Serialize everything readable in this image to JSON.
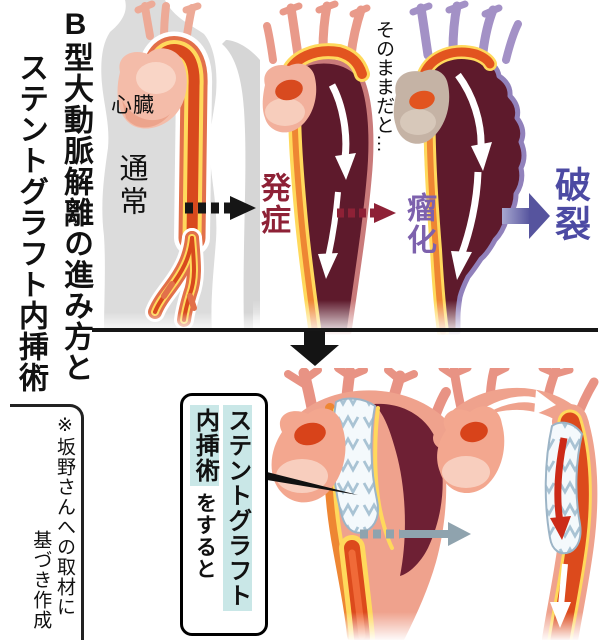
{
  "title": {
    "line1": "B型大動脈解離の進み方と",
    "line2": "ステントグラフト内挿術"
  },
  "stages": {
    "heart_label": "心臓",
    "normal": "通常",
    "onset": "発症",
    "untreated_note": "そのままだと…",
    "aneurysm": "瘤化",
    "rupture": "破裂"
  },
  "procedure": {
    "name_part1": "ステントグラフト",
    "name_part2": "内挿術",
    "suffix": "をすると"
  },
  "attribution": {
    "line1": "※坂野さんへの取材に",
    "line2": "基づき作成"
  },
  "colors": {
    "onset_text": "#8e2136",
    "aneurysm_text": "#7d61ad",
    "rupture_text": "#4c4aa3",
    "highlight": "#c9e7e7",
    "aorta_orange": "#dc4a1c",
    "aorta_yellow": "#ffd95c",
    "aorta_wall_pink": "#efa28d",
    "false_lumen_maroon": "#5e1a2c",
    "stent_zigzag_blue": "#a9c3d4",
    "arrow_black": "#161616",
    "arrow_dark_red": "#8e2136",
    "arrow_purple": "#56549e",
    "arrow_gray": "#8fa3ae",
    "body_gray": "#dcdcdc"
  },
  "icons": {
    "arrow_right_dashed_black": "⇢",
    "arrow_right_dashed_red": "⇢",
    "arrow_right_solid_purple": "➡",
    "arrow_down_solid_black": "⬇",
    "arrow_right_dash_solid_gray": "➡"
  }
}
